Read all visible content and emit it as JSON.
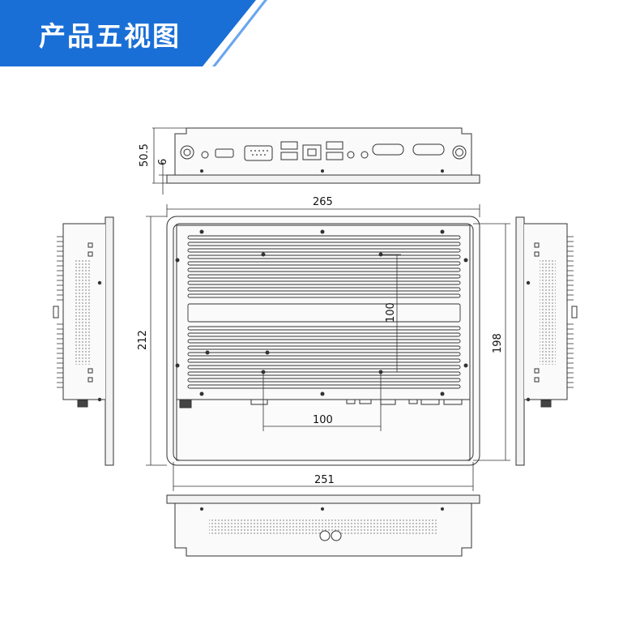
{
  "banner": {
    "title": "产品五视图",
    "color": "#1a6fd6"
  },
  "dimensions": {
    "top_height": "50.5",
    "top_flange": "6",
    "overall_width": "265",
    "overall_height": "212",
    "inner_height": "198",
    "inner_width": "251",
    "vesa_horizontal": "100",
    "vesa_vertical": "100"
  },
  "colors": {
    "line": "#333333",
    "fill": "#f2f2f2"
  }
}
